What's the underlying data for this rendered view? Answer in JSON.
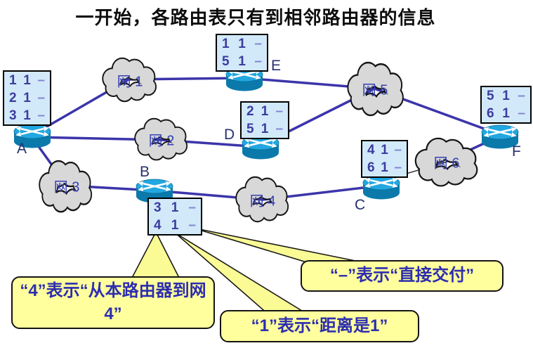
{
  "title": "一开始，各路由表只有到相邻路由器的信息",
  "clouds": {
    "n1": {
      "label": "网 1"
    },
    "n2": {
      "label": "网 2"
    },
    "n3": {
      "label": "网 3"
    },
    "n4": {
      "label": "网 4"
    },
    "n5": {
      "label": "网 5"
    },
    "n6": {
      "label": "网 6"
    }
  },
  "routers": {
    "a": {
      "label": "A"
    },
    "b": {
      "label": "B"
    },
    "c": {
      "label": "C"
    },
    "d": {
      "label": "D"
    },
    "e": {
      "label": "E"
    },
    "f": {
      "label": "F"
    }
  },
  "tables": {
    "a": {
      "rows": [
        [
          "1",
          "1",
          "–"
        ],
        [
          "2",
          "1",
          "–"
        ],
        [
          "3",
          "1",
          "–"
        ]
      ]
    },
    "b": {
      "rows": [
        [
          "3",
          "1",
          "–"
        ],
        [
          "4",
          "1",
          "–"
        ]
      ]
    },
    "c": {
      "rows": [
        [
          "4",
          "1",
          "–"
        ],
        [
          "6",
          "1",
          "–"
        ]
      ]
    },
    "d": {
      "rows": [
        [
          "2",
          "1",
          "–"
        ],
        [
          "5",
          "1",
          "–"
        ]
      ]
    },
    "e": {
      "rows": [
        [
          "1",
          "1",
          "–"
        ],
        [
          "5",
          "1",
          "–"
        ]
      ]
    },
    "f": {
      "rows": [
        [
          "5",
          "1",
          "–"
        ],
        [
          "6",
          "1",
          "–"
        ]
      ]
    }
  },
  "callouts": {
    "four": "“4”表示“从本路由器到网4”",
    "one": "“1”表示“距离是1”",
    "dash": "“–”表示“直接交付”"
  },
  "colors": {
    "link": "#3c35aa",
    "thin_link": "#222222",
    "table_bg": "#d2e9f9",
    "table_text": "#3c3c9e",
    "table_dash": "#8282d0",
    "cloud_fill": "#d8d8d8",
    "cloud_stroke": "#161616",
    "cloud_label": "#3640b4",
    "callout_bg": "#ffff9e",
    "callout_text": "#2d2db0",
    "router_top": "#22a7e0",
    "router_body": "#0b7aab"
  }
}
